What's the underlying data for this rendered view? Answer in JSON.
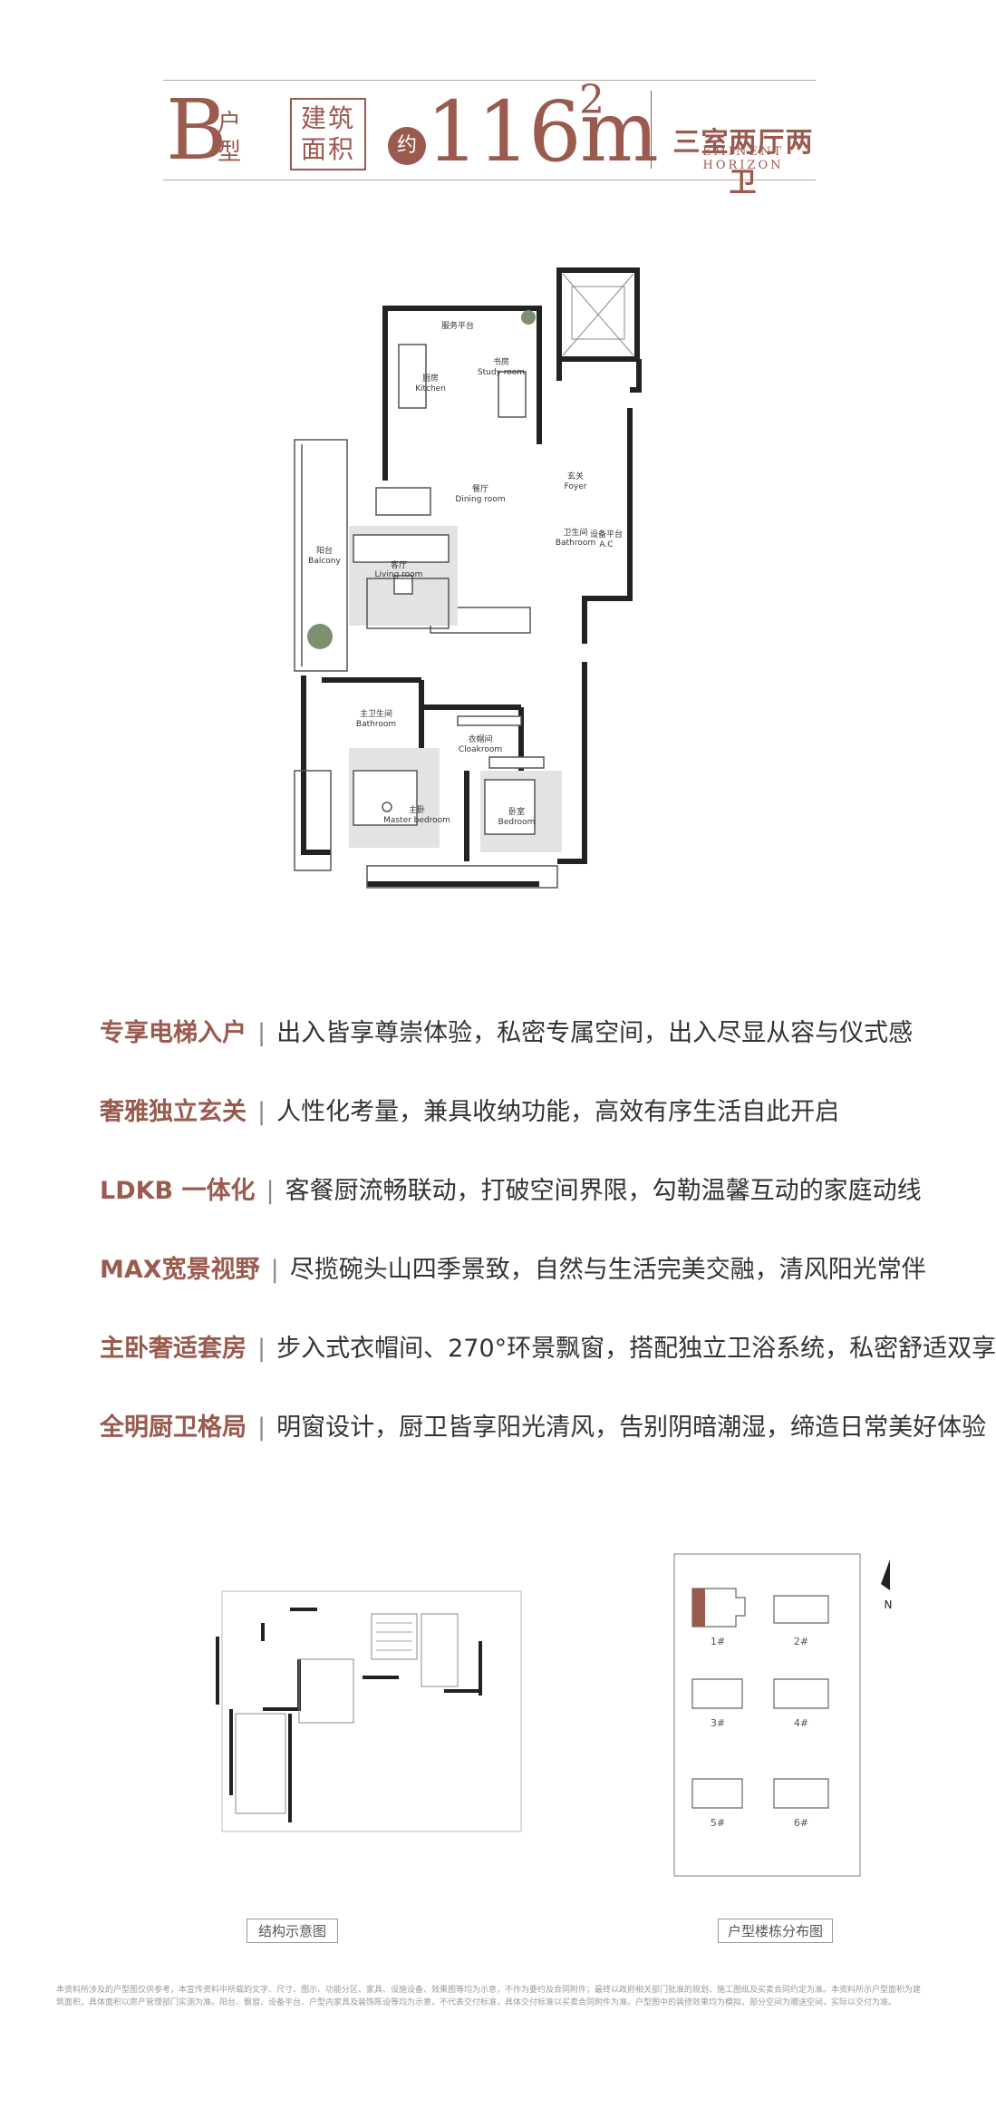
{
  "header": {
    "type_letter": "B",
    "type_sub": "户型",
    "area_label": "建筑面积",
    "approx": "约",
    "area_value": "116m",
    "area_unit_sup": "2",
    "layout_name": "三室两厅两卫",
    "layout_eng": "EMINENT HORIZON"
  },
  "floorplan": {
    "rooms": {
      "service_balcony": "服务平台",
      "kitchen_cn": "厨房",
      "kitchen_en": "Kitchen",
      "study_cn": "书房",
      "study_en": "Study room",
      "foyer_cn": "玄关",
      "foyer_en": "Foyer",
      "dining_cn": "餐厅",
      "dining_en": "Dining room",
      "balcony_cn": "阳台",
      "balcony_en": "Balcony",
      "living_cn": "客厅",
      "living_en": "Living room",
      "bathroom_cn": "卫生间",
      "bathroom_en": "Bathroom",
      "ac_cn": "设备平台",
      "ac_en": "A.C",
      "master_bath_cn": "主卫生间",
      "master_bath_en": "Bathroom",
      "cloak_cn": "衣帽间",
      "cloak_en": "Cloakroom",
      "master_bed_cn": "主卧",
      "master_bed_en": "Master bedroom",
      "bedroom_cn": "卧室",
      "bedroom_en": "Bedroom"
    }
  },
  "features": [
    {
      "title": "专享电梯入户",
      "desc": "出入皆享尊崇体验，私密专属空间，出入尽显从容与仪式感"
    },
    {
      "title": "奢雅独立玄关",
      "desc": "人性化考量，兼具收纳功能，高效有序生活自此开启"
    },
    {
      "title": "LDKB 一体化",
      "desc": "客餐厨流畅联动，打破空间界限，勾勒温馨互动的家庭动线"
    },
    {
      "title": "MAX宽景视野",
      "desc": "尽揽碗头山四季景致，自然与生活完美交融，清风阳光常伴"
    },
    {
      "title": "主卧奢适套房",
      "desc": "步入式衣帽间、270°环景飘窗，搭配独立卫浴系统，私密舒适双享"
    },
    {
      "title": "全明厨卫格局",
      "desc": "明窗设计，厨卫皆享阳光清风，告别阴暗潮湿，缔造日常美好体验"
    }
  ],
  "structure_caption": "结构示意图",
  "siteplan": {
    "caption": "户型楼栋分布图",
    "north": "N",
    "buildings": [
      "1#",
      "2#",
      "3#",
      "4#",
      "5#",
      "6#"
    ]
  },
  "disclaimer": "本资料所涉及的户型图仅供参考，本宣传资料中所载的文字、尺寸、图示、功能分区、家具、设施设备、效果图等均为示意，不作为要约及合同附件；最终以政府相关部门批准的规划、施工图纸及买卖合同约定为准。本资料所示户型面积为建筑面积，具体面积以房产管理部门实测为准。阳台、飘窗、设备平台、户型内家具及装饰陈设等均为示意，不代表交付标准，具体交付标准以买卖合同附件为准。户型图中的装修效果均为模拟，部分空间为赠送空间，实际以交付为准。",
  "colors": {
    "brand": "#9a5a4e",
    "rule": "#b9a9a4",
    "text": "#333333"
  }
}
